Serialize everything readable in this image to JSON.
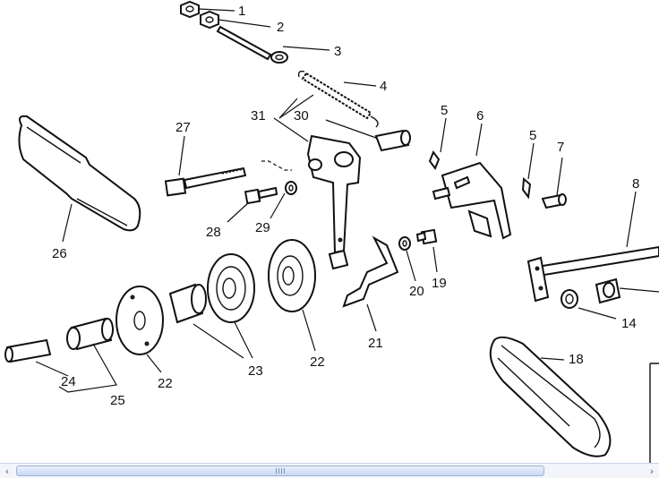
{
  "diagram": {
    "callouts": {
      "c1": "1",
      "c2": "2",
      "c3": "3",
      "c4": "4",
      "c5a": "5",
      "c5b": "5",
      "c6": "6",
      "c7": "7",
      "c8": "8",
      "c14": "14",
      "c18": "18",
      "c19": "19",
      "c20": "20",
      "c21": "21",
      "c22a": "22",
      "c22b": "22",
      "c23": "23",
      "c24": "24",
      "c25": "25",
      "c26": "26",
      "c27": "27",
      "c28": "28",
      "c29": "29",
      "c30": "30",
      "c31": "31"
    }
  },
  "scrollbar": {
    "left_arrow": "‹",
    "right_arrow": "›"
  },
  "icons": {
    "left_arrow_icon": "chevron-left-icon",
    "right_arrow_icon": "chevron-right-icon",
    "grip_icon": "grip-icon"
  },
  "colors": {
    "line": "#111111",
    "scrollbar_track": "#f3f5fb",
    "scrollbar_thumb": "#c9d8f2"
  }
}
